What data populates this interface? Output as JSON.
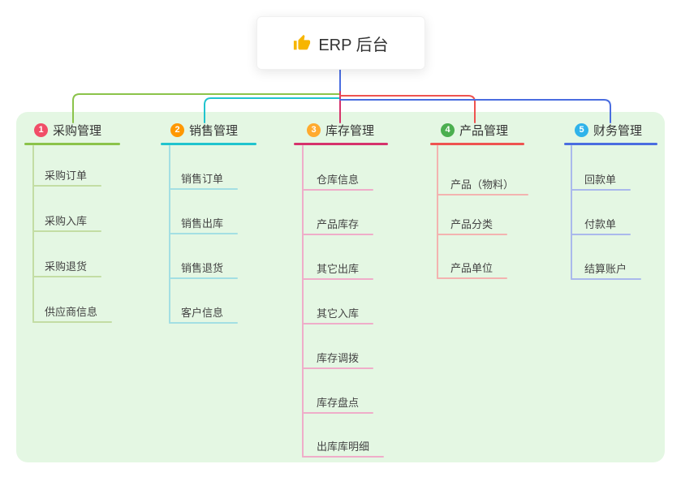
{
  "root": {
    "title": "ERP 后台",
    "icon": "thumbs-up-icon"
  },
  "colors": {
    "page_bg": "#ffffff",
    "panel_bg": "#e4f7e3",
    "root_text": "#333333",
    "branch_text": "#333333",
    "child_text": "#444444",
    "thumb": "#f7b500"
  },
  "branches": [
    {
      "badge": "1",
      "badge_color": "#f14e68",
      "label": "采购管理",
      "color": "#8bc34a",
      "light_color": "#c3dda4",
      "children": [
        {
          "label": "采购订单"
        },
        {
          "label": "采购入库"
        },
        {
          "label": "采购退货"
        },
        {
          "label": "供应商信息"
        }
      ]
    },
    {
      "badge": "2",
      "badge_color": "#ff9800",
      "label": "销售管理",
      "color": "#20c4ce",
      "light_color": "#a3dfe3",
      "children": [
        {
          "label": "销售订单"
        },
        {
          "label": "销售出库"
        },
        {
          "label": "销售退货"
        },
        {
          "label": "客户信息"
        }
      ]
    },
    {
      "badge": "3",
      "badge_color": "#ffaa2e",
      "label": "库存管理",
      "color": "#d6336c",
      "light_color": "#efadc9",
      "children": [
        {
          "label": "仓库信息"
        },
        {
          "label": "产品库存"
        },
        {
          "label": "其它出库"
        },
        {
          "label": "其它入库"
        },
        {
          "label": "库存调拨"
        },
        {
          "label": "库存盘点"
        },
        {
          "label": "出库库明细"
        }
      ]
    },
    {
      "badge": "4",
      "badge_color": "#4caf50",
      "label": "产品管理",
      "color": "#ef5350",
      "light_color": "#f3b3b0",
      "children": [
        {
          "label": "产品（物料）"
        },
        {
          "label": "产品分类"
        },
        {
          "label": "产品单位"
        }
      ]
    },
    {
      "badge": "5",
      "badge_color": "#2fb3ea",
      "label": "财务管理",
      "color": "#4a6de0",
      "light_color": "#aab9ec",
      "children": [
        {
          "label": "回款单"
        },
        {
          "label": "付款单"
        },
        {
          "label": "结算账户"
        }
      ]
    }
  ]
}
